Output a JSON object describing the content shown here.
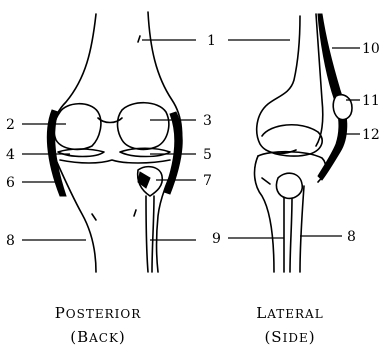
{
  "labels": {
    "l1": "1",
    "l2": "2",
    "l3": "3",
    "l4": "4",
    "l5": "5",
    "l6": "6",
    "l7": "7",
    "l8a": "8",
    "l8b": "8",
    "l9": "9",
    "l10": "10",
    "l11": "11",
    "l12": "12"
  },
  "captions": {
    "posterior": {
      "first_letter": "P",
      "rest": "OSTERIOR"
    },
    "back": {
      "open": "(",
      "first_letter": "B",
      "rest": "ACK",
      "close": ")"
    },
    "lateral": {
      "first_letter": "L",
      "rest": "ATERAL"
    },
    "side": {
      "open": "(",
      "first_letter": "S",
      "rest": "IDE",
      "close": ")"
    }
  }
}
